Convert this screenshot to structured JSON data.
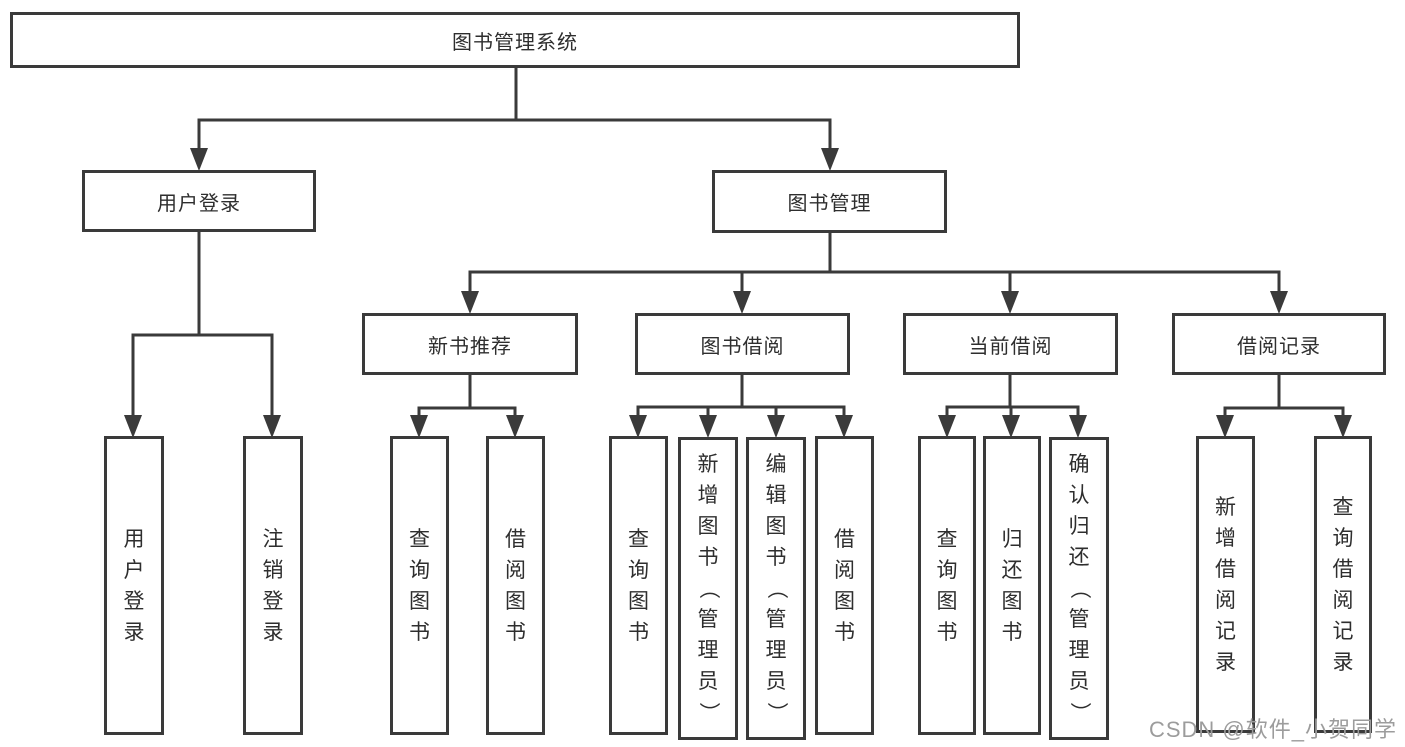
{
  "diagram": {
    "root": {
      "label": "图书管理系统"
    },
    "branches": [
      {
        "label": "用户登录",
        "children": [
          {
            "label": "用户登录"
          },
          {
            "label": "注销登录"
          }
        ]
      },
      {
        "label": "图书管理",
        "children": [
          {
            "label": "新书推荐",
            "children": [
              {
                "label": "查询图书"
              },
              {
                "label": "借阅图书"
              }
            ]
          },
          {
            "label": "图书借阅",
            "children": [
              {
                "label": "查询图书"
              },
              {
                "label": "新增图书（管理员）"
              },
              {
                "label": "编辑图书（管理员）"
              },
              {
                "label": "借阅图书"
              }
            ]
          },
          {
            "label": "当前借阅",
            "children": [
              {
                "label": "查询图书"
              },
              {
                "label": "归还图书"
              },
              {
                "label": "确认归还（管理员）"
              }
            ]
          },
          {
            "label": "借阅记录",
            "children": [
              {
                "label": "新增借阅记录"
              },
              {
                "label": "查询借阅记录"
              }
            ]
          }
        ]
      }
    ]
  },
  "watermark": {
    "text": "CSDN @软件_小贺同学"
  },
  "colors": {
    "line": "#3a3a3a",
    "box_border": "#3a3a3a",
    "text": "#2e2e2e",
    "watermark": "#9c9c9c",
    "background": "#ffffff"
  }
}
